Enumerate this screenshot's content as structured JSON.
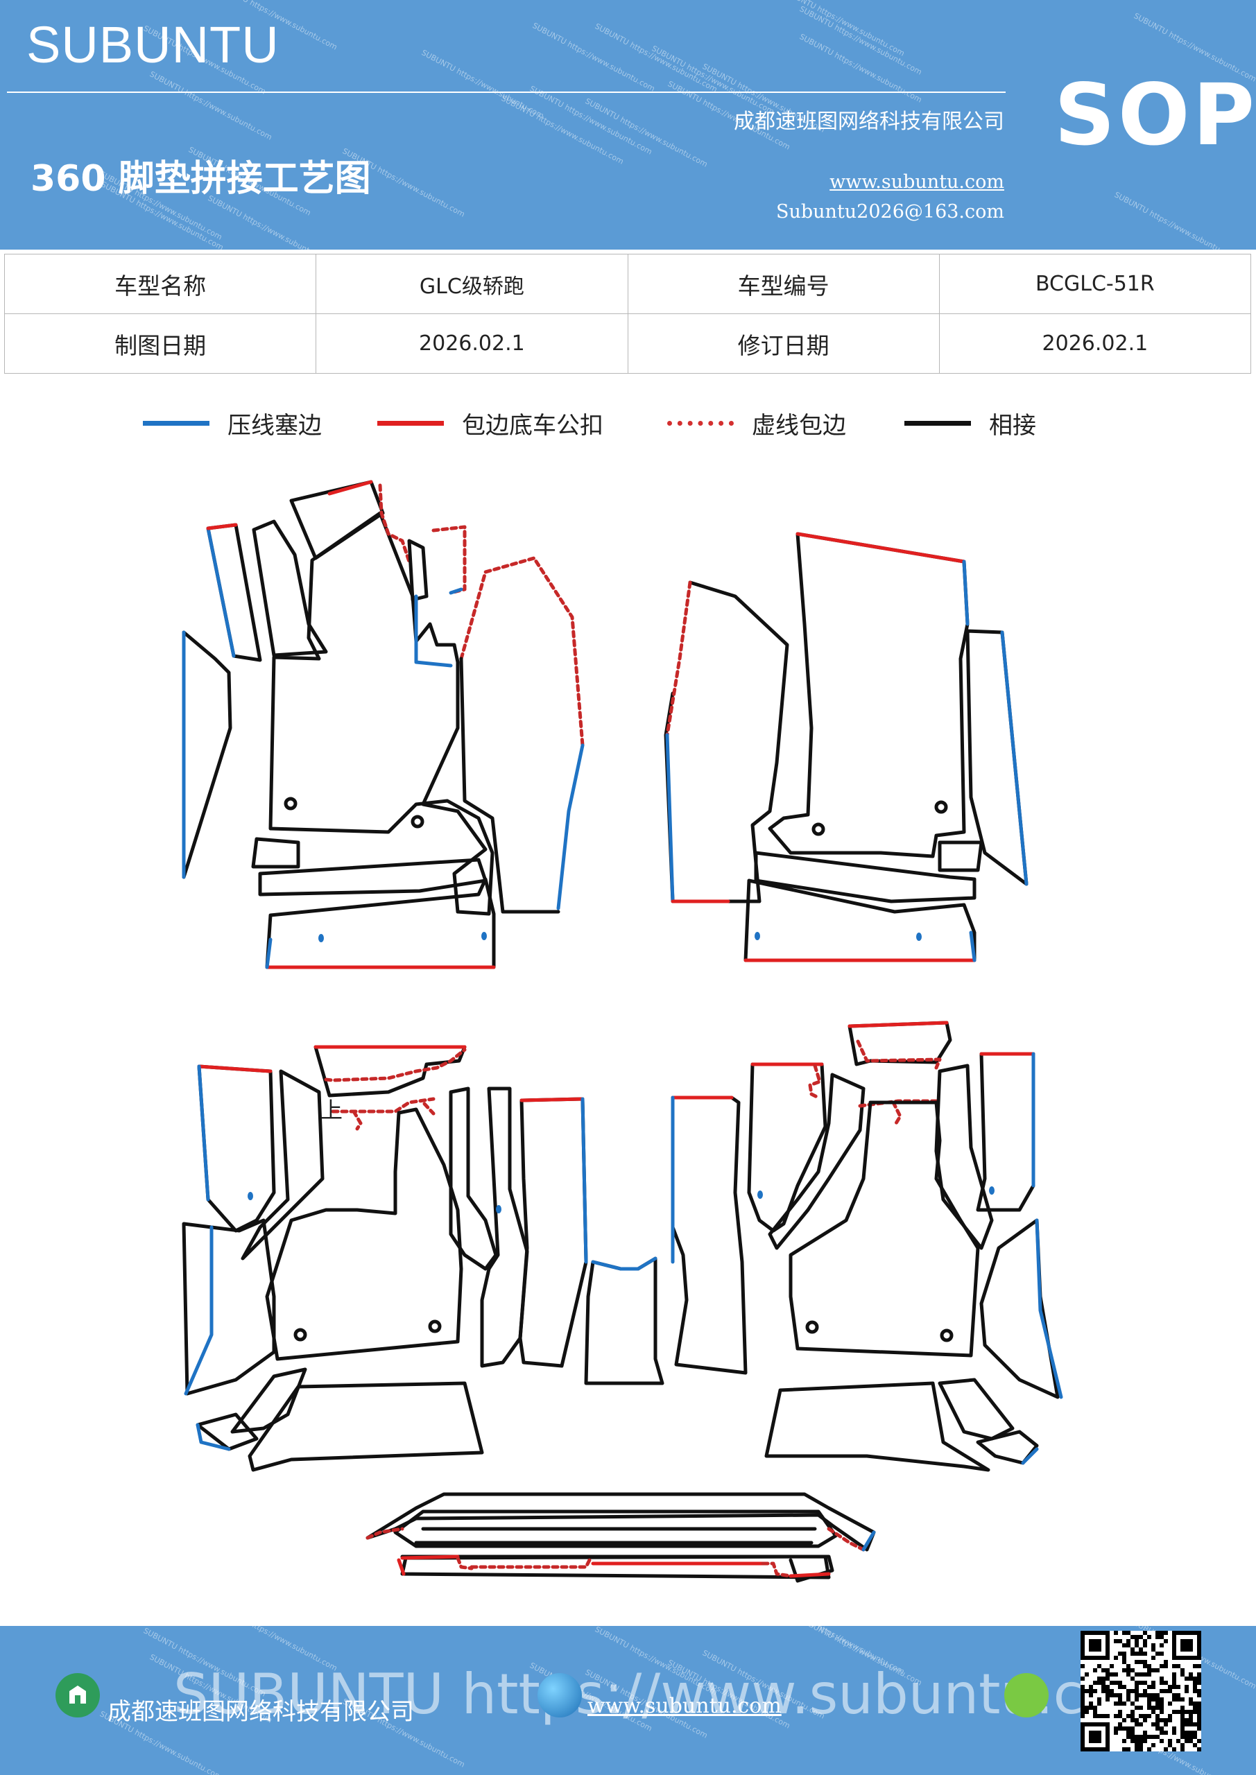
{
  "header": {
    "brand": "SUBUNTU",
    "title": "360 脚垫拼接工艺图",
    "company": "成都速班图网络科技有限公司",
    "website": "www.subuntu.com",
    "email": "Subuntu2026@163.com",
    "badge": "SOP",
    "watermark": "SUBUNTU https://www.subuntu.com"
  },
  "info_table": {
    "rows": [
      [
        {
          "label": "车型名称"
        },
        {
          "value": "GLC级轿跑"
        },
        {
          "label": "车型编号"
        },
        {
          "value": "BCGLC-51R"
        }
      ],
      [
        {
          "label": "制图日期"
        },
        {
          "value": "2026.02.1"
        },
        {
          "label": "修订日期"
        },
        {
          "value": "2026.02.1"
        }
      ]
    ]
  },
  "legend": [
    {
      "label": "压线塞边",
      "color": "#1f73c4",
      "style": "solid"
    },
    {
      "label": "包边底车公扣",
      "color": "#e02020",
      "style": "solid"
    },
    {
      "label": "虚线包边",
      "color": "#d32f2f",
      "style": "dotted"
    },
    {
      "label": "相接",
      "color": "#111111",
      "style": "solid"
    }
  ],
  "diagram": {
    "marker_text": "上",
    "colors": {
      "press": "#1f73c4",
      "wrap": "#e02020",
      "dotted": "#c62828",
      "join": "#111111"
    }
  },
  "footer": {
    "company": "成都速班图网络科技有限公司",
    "website": "www.subuntu.com",
    "watermark": "SUBUNTU https://www.subuntu.com"
  }
}
